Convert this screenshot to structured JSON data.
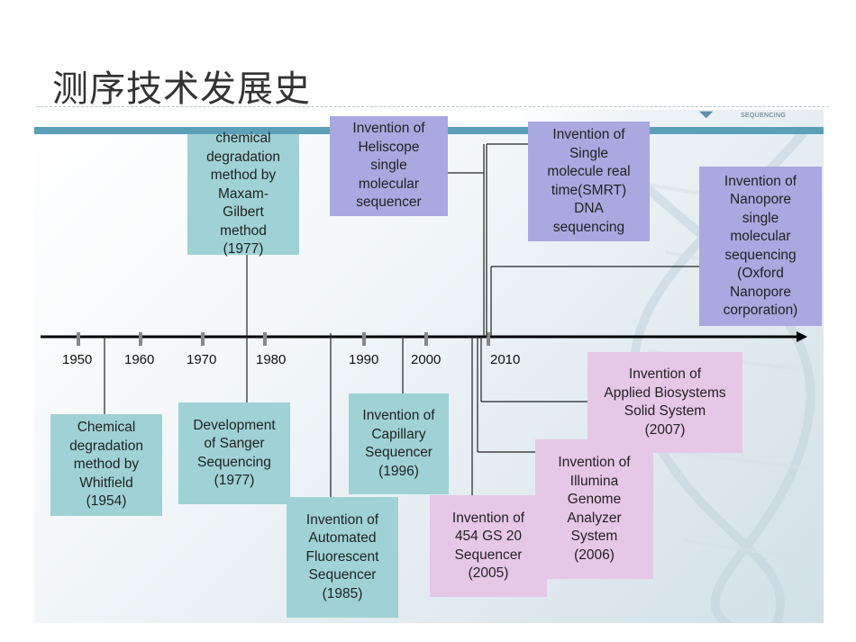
{
  "slide": {
    "title": "测序技术发展史",
    "logo_text": "SEQUENCING"
  },
  "timeline": {
    "years": [
      "1950",
      "1960",
      "1970",
      "1980",
      "1990",
      "2000",
      "2010"
    ]
  },
  "events": {
    "maxam_gilbert": "chemical\ndegradation\nmethod by\nMaxam-\nGilbert\nmethod\n(1977)",
    "heliscope": "Invention of\nHeliscope\nsingle\nmolecular\nsequencer",
    "smrt": "Invention of\nSingle\nmolecule real\ntime(SMRT)\nDNA\nsequencing",
    "nanopore": "Invention of\nNanopore\nsingle\nmolecular\nsequencing\n(Oxford\nNanopore\ncorporation)",
    "whitfield": "Chemical\ndegradation\nmethod by\nWhitfield\n(1954)",
    "sanger": "Development\nof Sanger\nSequencing\n(1977)",
    "automated": "Invention of\nAutomated\nFluorescent\nSequencer\n(1985)",
    "capillary": "Invention of\nCapillary\nSequencer\n(1996)",
    "gs20": "Invention of\n454 GS 20\nSequencer\n(2005)",
    "illumina": "Invention of\nIllumina\nGenome\nAnalyzer\nSystem\n(2006)",
    "solid": "Invention of\nApplied Biosystems\nSolid System\n(2007)"
  },
  "colors": {
    "teal": "#9fd2d5",
    "violet": "#a9a8e0",
    "pink": "#e6c7e6",
    "band": "#5b9fb8"
  }
}
